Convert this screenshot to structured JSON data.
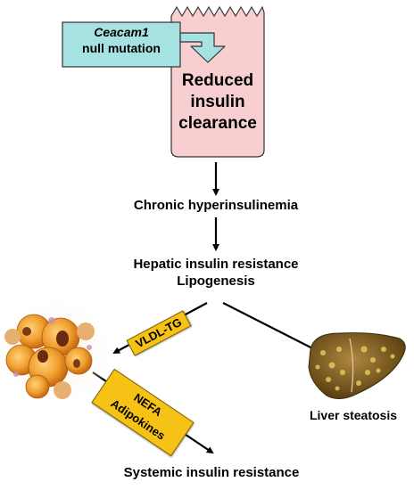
{
  "mutation": {
    "line1": "Ceacam1",
    "line2": "null mutation"
  },
  "clearance": {
    "line1": "Reduced",
    "line2": "insulin",
    "line3": "clearance"
  },
  "steps": {
    "hyperinsulinemia": "Chronic hyperinsulinemia",
    "hepatic1": "Hepatic insulin resistance",
    "hepatic2": "Lipogenesis",
    "liver": "Liver steatosis",
    "systemic": "Systemic insulin resistance"
  },
  "tags": {
    "vldl": "VLDL-TG",
    "nefa1": "NEFA",
    "nefa2": "Adipokines"
  },
  "colors": {
    "mutation_fill": "#a7e2e3",
    "clearance_fill": "#f7cfd0",
    "tag_fill": "#f6c216"
  }
}
